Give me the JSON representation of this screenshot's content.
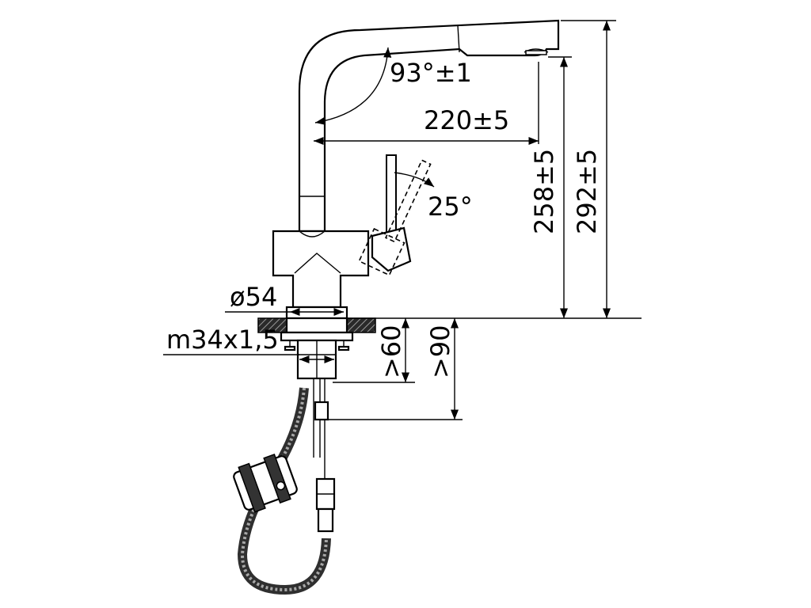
{
  "drawing": {
    "labels": {
      "spout_angle": "93°±1",
      "spout_reach": "220±5",
      "lever_angle": "25°",
      "outlet_height": "258±5",
      "total_height": "292±5",
      "base_diameter": "ø54",
      "thread": "m34x1,5",
      "min_depth_1": ">60",
      "min_depth_2": ">90"
    },
    "colors": {
      "line": "#000000",
      "background": "#ffffff",
      "hose_dark": "#3a3a3a",
      "hose_light": "#bdbdbd"
    }
  }
}
